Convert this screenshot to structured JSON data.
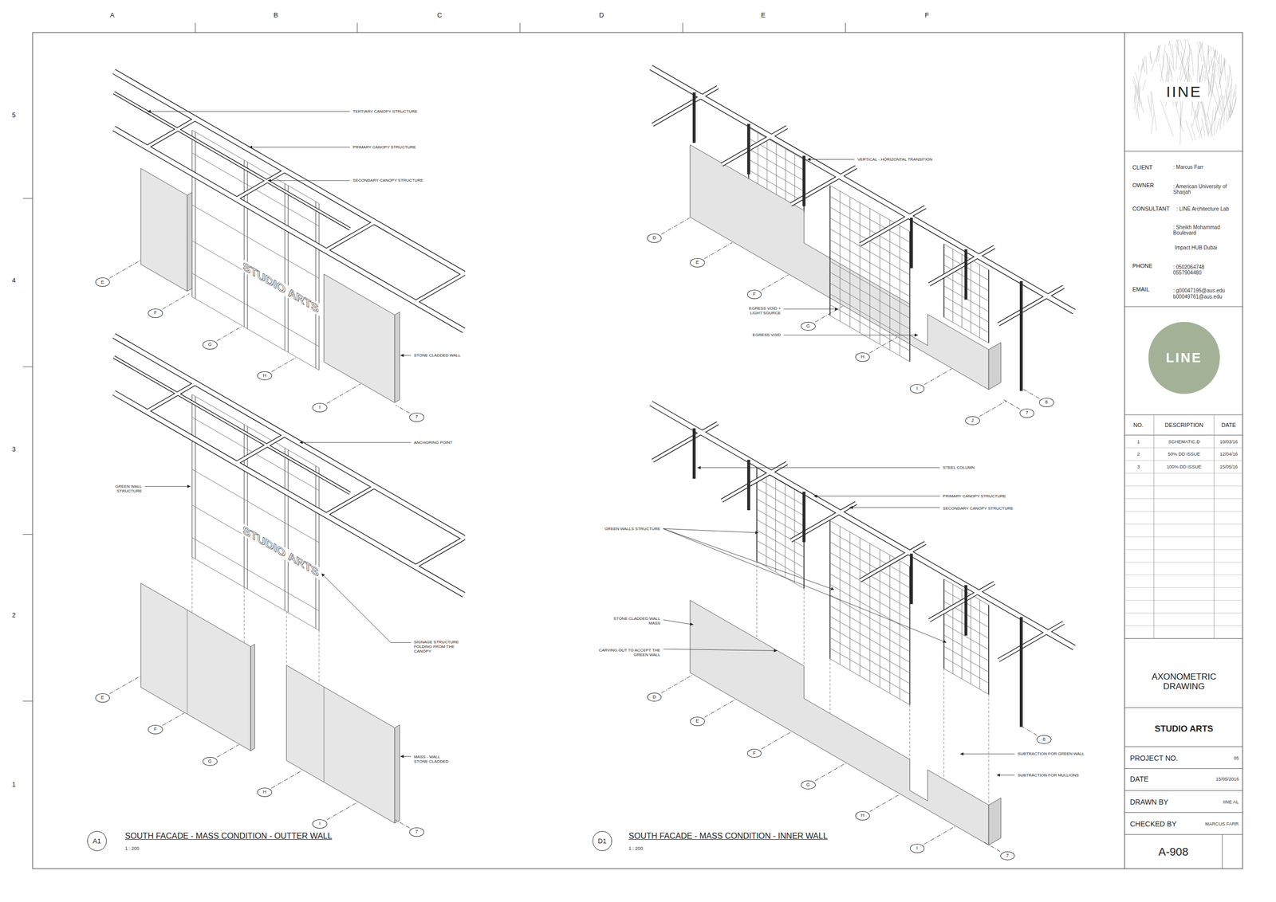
{
  "diagram": {
    "nodes": [
      {
        "text": [
          "E"
        ]
      },
      {
        "text": [
          "F"
        ]
      },
      {
        "text": [
          "G"
        ]
      },
      {
        "text": [
          "H"
        ]
      },
      {
        "text": [
          "I"
        ]
      },
      {
        "text": [
          "7"
        ]
      },
      {
        "text": [
          "E"
        ]
      },
      {
        "text": [
          "F"
        ]
      },
      {
        "text": [
          "G"
        ]
      },
      {
        "text": [
          "H"
        ]
      },
      {
        "text": [
          "I"
        ]
      },
      {
        "text": [
          "7"
        ]
      },
      {
        "text": [
          "A1"
        ]
      },
      {
        "text": [
          "D"
        ]
      },
      {
        "text": [
          "E"
        ]
      },
      {
        "text": [
          "F"
        ]
      },
      {
        "text": [
          "G"
        ]
      },
      {
        "text": [
          "H"
        ]
      },
      {
        "text": [
          "I"
        ]
      },
      {
        "text": [
          "J"
        ]
      },
      {
        "text": [
          "7"
        ]
      },
      {
        "text": [
          "8"
        ]
      },
      {
        "text": [
          "D"
        ]
      },
      {
        "text": [
          "E"
        ]
      },
      {
        "text": [
          "F"
        ]
      },
      {
        "text": [
          "G"
        ]
      },
      {
        "text": [
          "H"
        ]
      },
      {
        "text": [
          "I"
        ]
      },
      {
        "text": [
          "7"
        ]
      },
      {
        "text": [
          "8"
        ]
      },
      {
        "text": [
          "D1"
        ]
      },
      {
        "text": [
          "IINE"
        ]
      },
      {
        "text": [
          "LINE"
        ]
      }
    ],
    "labels": [
      "A",
      "B",
      "C",
      "D",
      "E",
      "F",
      "5",
      "4",
      "3",
      "2",
      "1",
      "TERTIARY CANOPY STRUCTURE",
      "PRIMARY CANOPY STRUCTURE",
      "SECONDARY CANOPY STRUCTURE",
      "STUDIO ARTS",
      "STONE CLADDED WALL",
      "ANCHORING POINT",
      "GREEN WALL STRUCTURE",
      "STUDIO ARTS",
      "SIGNAGE STRUCTURE FOLDING FROM THE CANOPY",
      "MASS - WALL STONE CLADDED",
      "SOUTH FACADE - MASS CONDITION - OUTTER WALL",
      "1 : 200",
      "VERTICAL - HORIZONTAL TRANSITION",
      "EGRESS VOID + LIGHT SOURCE",
      "EGRESS VOID",
      "STEEL COLUMN",
      "PRIMARY CANOPY STRUCTURE",
      "SECONDARY CANOPY STRUCTURE",
      "GREEN WALLS STRUCTURE",
      "STONE CLADDED WALL MASS",
      "CARVING OUT TO ACCEPT THE GREEN WALL",
      "SUBTRACTION FOR GREEN WALL",
      "SUBTRACTION FOR MULLIONS",
      "SOUTH FACADE - MASS CONDITION - INNER WALL",
      "1 : 200",
      "CLIENT",
      ": Marcus Farr",
      "OWNER",
      ": American University of Sharjah",
      "CONSULTANT",
      ": LINE Architecture Lab",
      ": Sheikh Mohammad Boulevard",
      "Impact HUB Dubai",
      "PHONE",
      ": 0502064748 0557904480",
      "EMAIL",
      ": g00047195@aus.edu b00049761@aus.edu",
      "NO.",
      "DESCRIPTION",
      "DATE",
      "1",
      "SCHEMATIC.D",
      "10/03/16",
      "2",
      "50% DD ISSUE",
      "12/04/16",
      "3",
      "100% DD ISSUE",
      "15/05/16",
      "AXONOMETRIC DRAWING",
      "STUDIO ARTS",
      "PROJECT NO.",
      "05",
      "DATE",
      "15/05/2016",
      "DRAWN BY",
      "IINE AL",
      "CHECKED BY",
      "MARCUS FARR",
      "A-908"
    ]
  }
}
